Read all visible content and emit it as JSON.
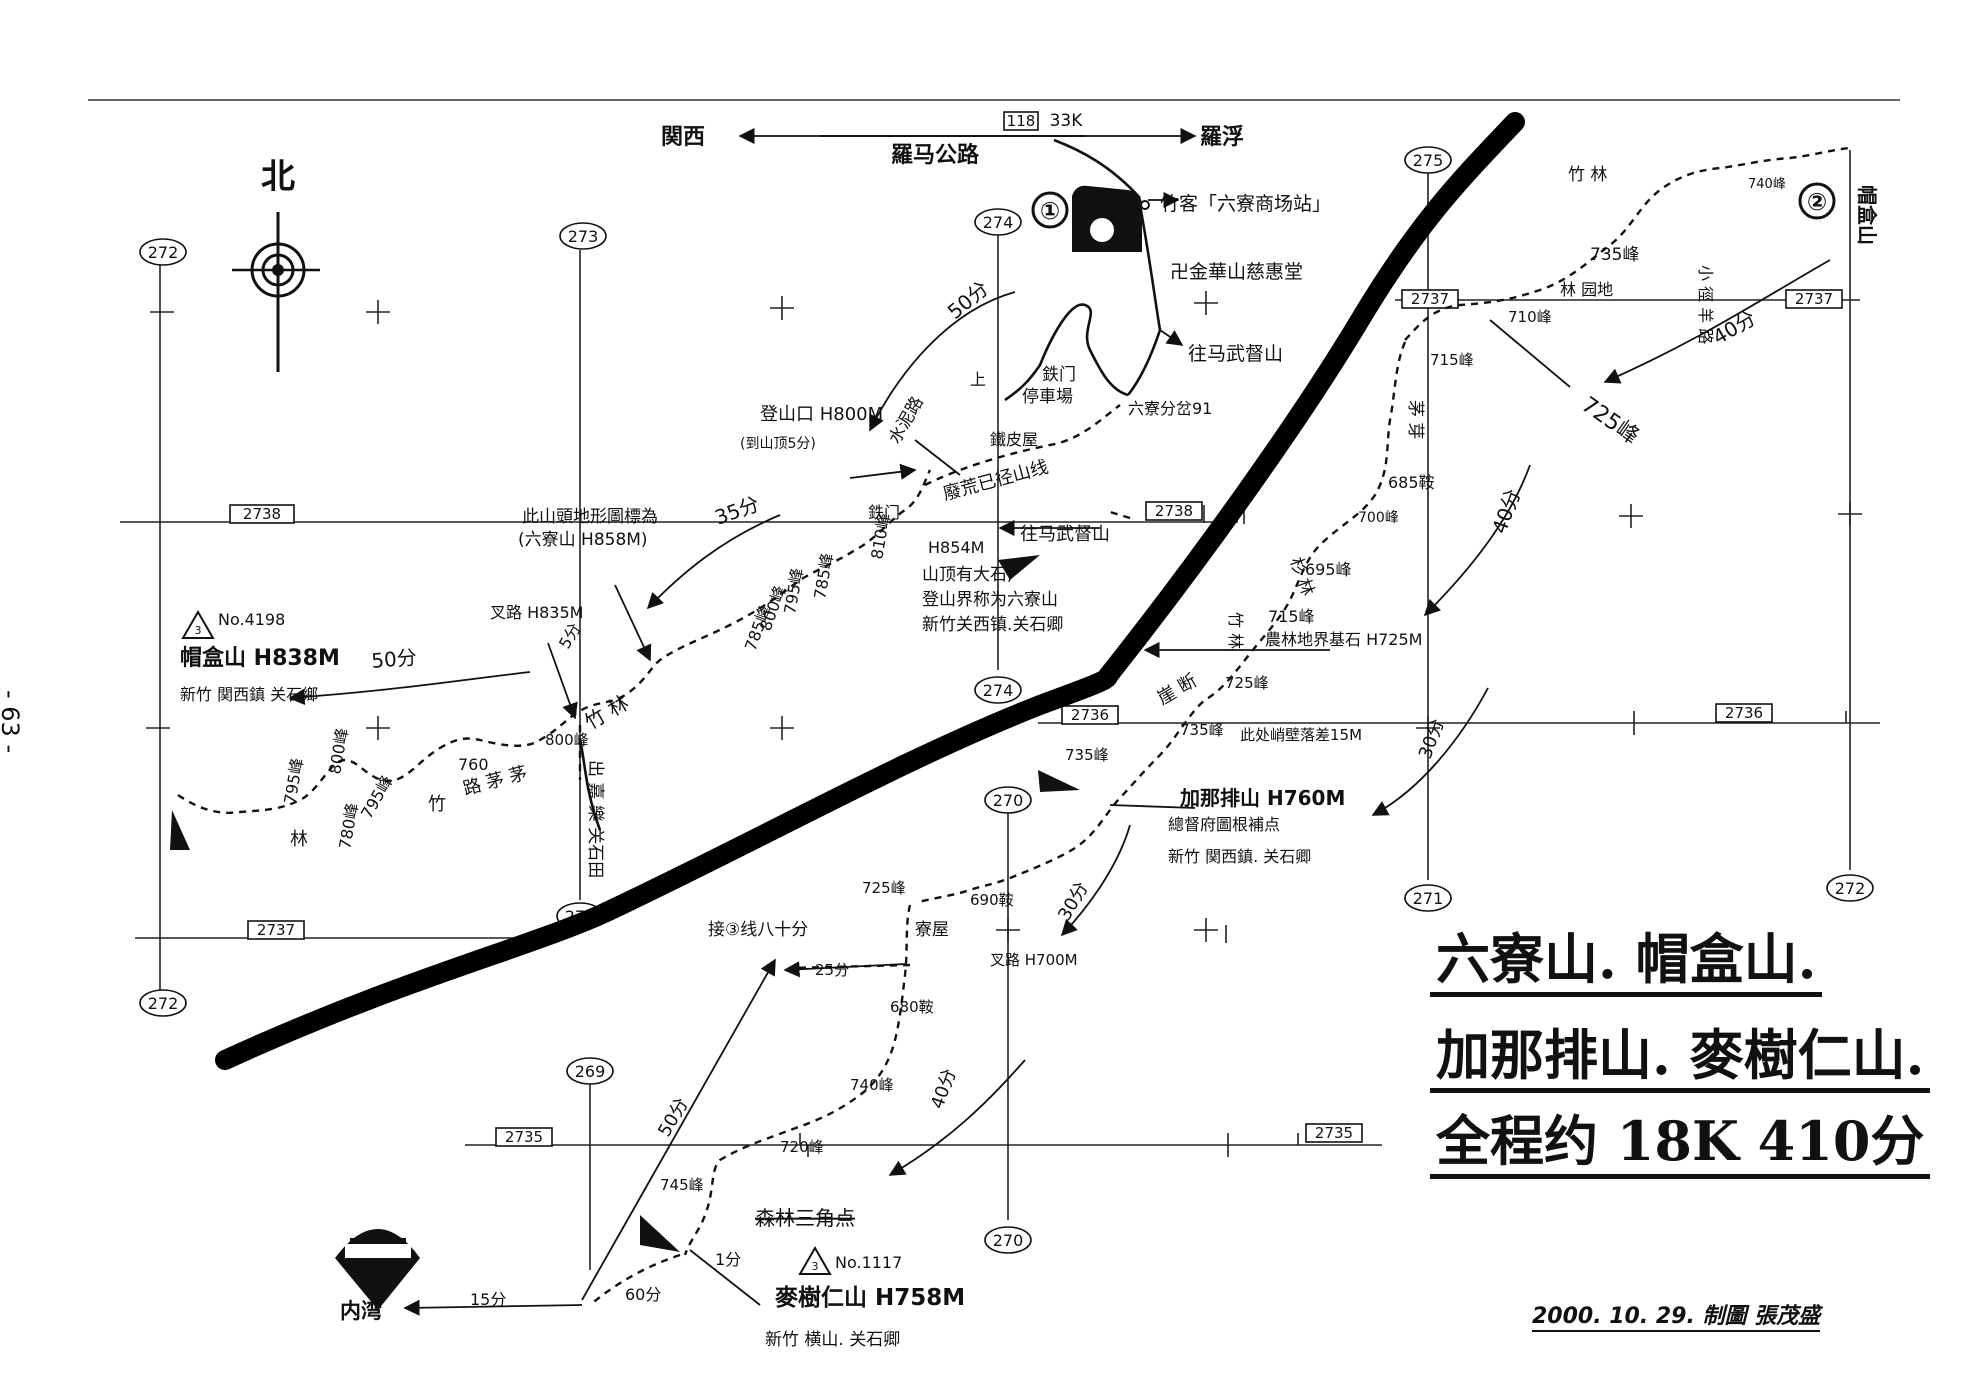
{
  "titles": {
    "line1": "六寮山. 帽盒山.",
    "line2": "加那排山. 麥樹仁山.",
    "line3": "全程约 18K 410分"
  },
  "credit": "2000. 10. 29. 制圖 張茂盛",
  "page_number": "- 63 -",
  "north": "北",
  "road": {
    "id": "118",
    "km": "33K",
    "name": "羅马公路",
    "left_to": "関西",
    "right_to": "羅浮"
  },
  "grid": {
    "easting": [
      "272",
      "273",
      "274",
      "275",
      "270",
      "271",
      "272",
      "269",
      "270",
      "274",
      "273"
    ],
    "northing": [
      "2738",
      "2737",
      "2736",
      "2737",
      "2738",
      "2736",
      "2735",
      "2735",
      "2737"
    ]
  },
  "markers": {
    "m1": "①",
    "m2": "②"
  },
  "labels": {
    "zhuke": "竹客「六寮商场站」",
    "jinhua": "卍金華山慈惠堂",
    "wangmawu": "往马武督山",
    "tieman_park": "鉄门",
    "parking": "停車場",
    "lookout": "六寮分岔91",
    "trailhead": "登山口 H800M",
    "trailhead_note": "(到山顶5分)",
    "cement": "水泥路",
    "up": "上",
    "tiepi": "鐵皮屋",
    "abandoned": "廢荒已径山线",
    "tieman2": "鉄门",
    "wangma2": "往马武督山",
    "peak_elev": "H854M",
    "peak_rock": "山顶有大石,",
    "peak_note": "登山界称为六寮山",
    "peak_loc": "新竹关西镇.关石卿",
    "mapname": "此山頭地形圖標為",
    "mapname2": "(六寮山 H858M)",
    "t50": "50分",
    "t35": "35分",
    "p810": "810峰",
    "p785": "785峰",
    "p795": "795峰",
    "p800": "800峰",
    "p785b": "785峰",
    "junction": "叉路 H835M",
    "t5": "5分",
    "zhulin": "竹 林",
    "p800b": "800峰",
    "p760": "760",
    "mao": "路 茅 茅",
    "zhu": "竹",
    "p795b": "795峰",
    "p780": "780峰",
    "p800c": "800峰",
    "p795c": "795峰",
    "lin": "林",
    "chu": "出 嘉 樂 关石田",
    "tri1": "3",
    "tri1_no": "No.4198",
    "maohe": "帽盒山 H838M",
    "maohe_loc": "新竹 関西鎮 关石鄉",
    "t50b": "50分",
    "river_note": "",
    "zhulin2": "竹 林",
    "p735": "735峰",
    "xiaojing": "小 徑 羊 路",
    "p740": "740峰",
    "p710": "710峰",
    "zhudi": "林 园地",
    "p715": "715峰",
    "p725": "725峰",
    "t40": "40分",
    "mao2": "茅 芽",
    "p685": "685鞍",
    "p700": "700峰",
    "t40b": "40分",
    "shan": "杉 林",
    "p695": "695峰",
    "p715b": "715峰",
    "nonglin": "農林地界基石 H725M",
    "zhulin3": "竹 林",
    "duan": "崖 断",
    "p725b": "725峰",
    "p735b": "735峰",
    "cliff": "此处峭壁落差15M",
    "t30": "30分",
    "p735c": "735峰",
    "jiana": "加那排山 H760M",
    "jiana_note": "總督府圖根補点",
    "jiana_loc": "新竹 関西鎮. 关石卿",
    "p725c": "725峰",
    "p690": "690鞍",
    "t30b": "30分",
    "yumin": "寮屋",
    "fork700": "叉路 H700M",
    "line3": "接③线八十分",
    "t25": "25分",
    "p680": "680鞍",
    "p740b": "740峰",
    "t40c": "40分",
    "p720": "720峰",
    "p745": "745峰",
    "t50c": "50分",
    "forest": "森林三角点",
    "t1": "1分",
    "tri2": "3",
    "tri2_no": "No.1117",
    "mai": "麥樹仁山 H758M",
    "mai_loc": "新竹 横山. 关石卿",
    "neiwan": "内湾",
    "t15": "15分",
    "t60": "60分",
    "maohe2": "帽盒山"
  },
  "colors": {
    "ink": "#111111",
    "paper": "#ffffff"
  }
}
